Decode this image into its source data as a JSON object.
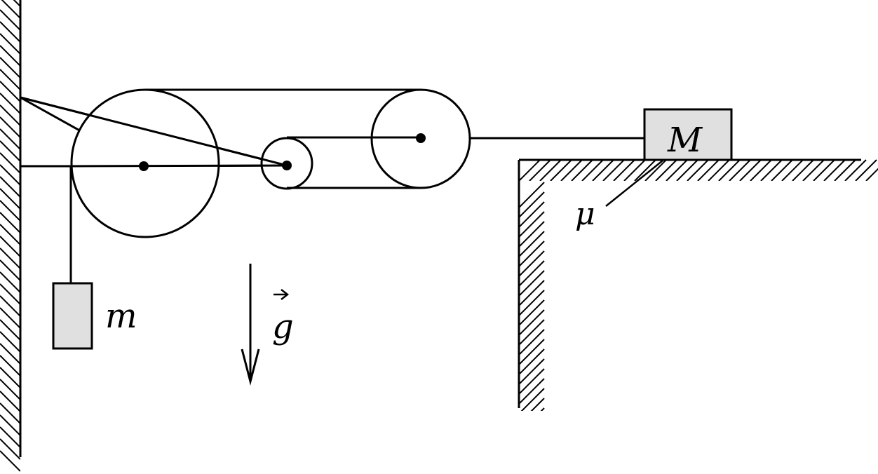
{
  "labels": {
    "small_mass": "m",
    "large_mass": "M",
    "friction": "μ",
    "gravity": "g"
  },
  "colors": {
    "stroke": "#000000",
    "block_fill": "#e0e0e0",
    "background": "#ffffff"
  }
}
